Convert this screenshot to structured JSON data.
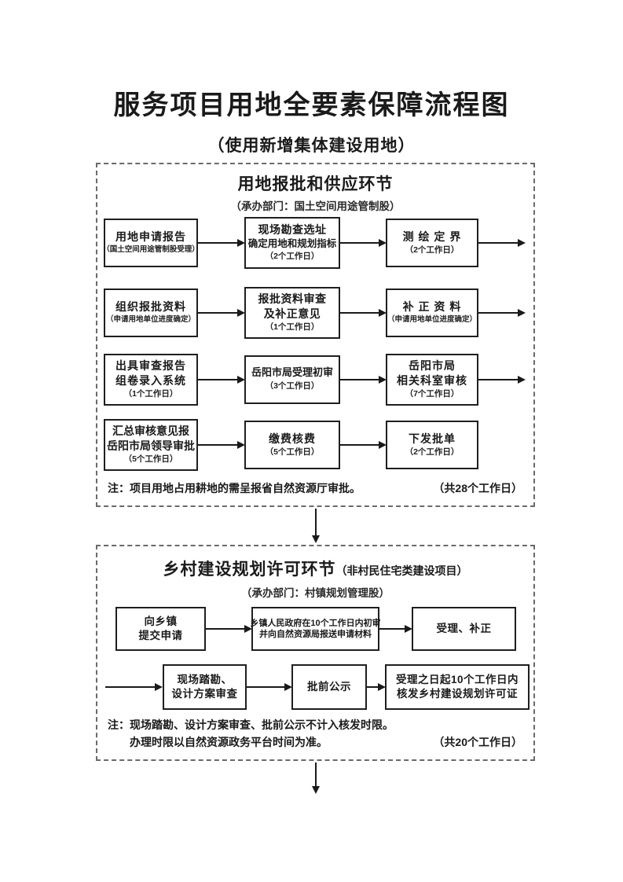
{
  "page": {
    "title": "服务项目用地全要素保障流程图",
    "subtitle": "（使用新增集体建设用地）"
  },
  "section1": {
    "title": "用地报批和供应环节",
    "department": "（承办部门：国土空间用途管制股）",
    "note": "注：项目用地占用耕地的需呈报省自然资源厅审批。",
    "total": "（共28个工作日）",
    "rows": [
      {
        "boxes": [
          {
            "l1": "用地申请报告",
            "sub": "（国土空间用途管制股受理）"
          },
          {
            "l1": "现场勘查选址",
            "l2": "确定用地和规划指标",
            "sub": "（2个工作日）"
          },
          {
            "l1": "测 绘 定 界",
            "sub": "（2个工作日）"
          }
        ]
      },
      {
        "boxes": [
          {
            "l1": "组织报批资料",
            "sub": "（申请用地单位进度确定）"
          },
          {
            "l1": "报批资料审查",
            "l2": "及补正意见",
            "sub": "（1个工作日）"
          },
          {
            "l1": "补 正 资 料",
            "sub": "（申请用地单位进度确定）"
          }
        ]
      },
      {
        "boxes": [
          {
            "l1": "出具审查报告",
            "l2": "组卷录入系统",
            "sub": "（1个工作日）"
          },
          {
            "l1": "岳阳市局受理初审",
            "sub": "（3个工作日）"
          },
          {
            "l1": "岳阳市局",
            "l2": "相关科室审核",
            "sub": "（7个工作日）"
          }
        ]
      },
      {
        "boxes": [
          {
            "l1": "汇总审核意见报",
            "l2": "岳阳市局领导审批",
            "sub": "（5个工作日）"
          },
          {
            "l1": "缴费核费",
            "sub": "（5个工作日）"
          },
          {
            "l1": "下发批单",
            "sub": "（2个工作日）"
          }
        ]
      }
    ]
  },
  "section2": {
    "title": "乡村建设规划许可环节",
    "title_paren": "（非村民住宅类建设项目）",
    "department": "（承办部门：村镇规划管理股）",
    "note_line1": "注：现场踏勘、设计方案审查、批前公示不计入核发时限。",
    "note_line2": "办理时限以自然资源政务平台时间为准。",
    "total": "（共20个工作日）",
    "row1": [
      {
        "l1": "向乡镇",
        "l2": "提交申请"
      },
      {
        "l1": "乡镇人民政府在10个工作日内初审",
        "l2": "并向自然资源局报送申请材料"
      },
      {
        "l1": "受理、补正"
      }
    ],
    "row2": [
      {
        "l1": "现场踏勘、",
        "l2": "设计方案审查"
      },
      {
        "l1": "批前公示"
      },
      {
        "l1": "受理之日起10个工作日内",
        "l2": "核发乡村建设规划许可证"
      }
    ]
  }
}
